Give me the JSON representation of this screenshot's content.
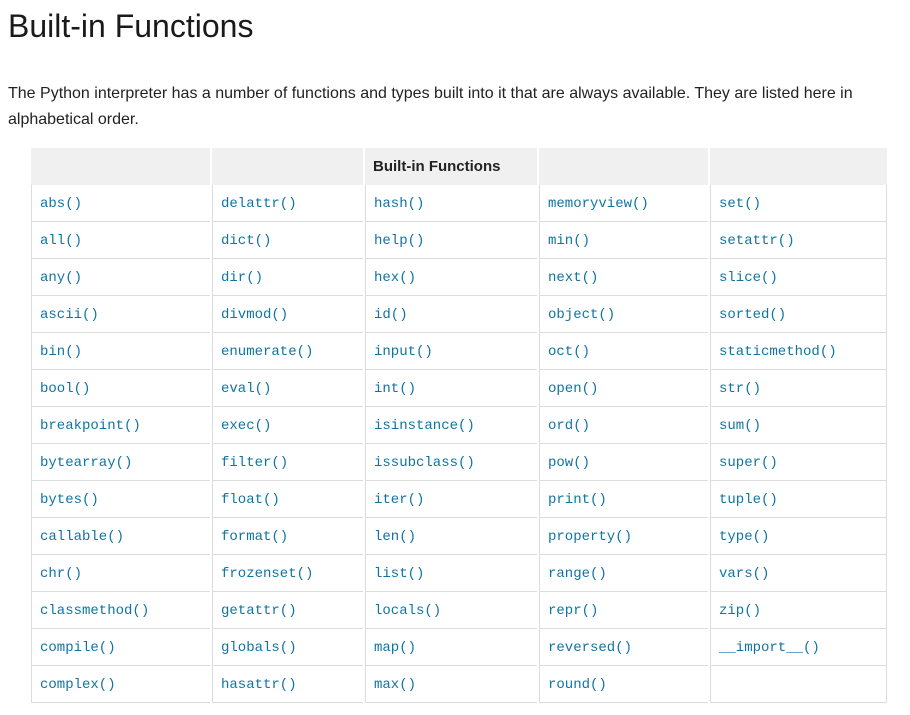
{
  "page": {
    "title": "Built-in Functions",
    "intro": "The Python interpreter has a number of functions and types built into it that are always available. They are listed here in alphabetical order."
  },
  "table": {
    "header_title": "Built-in Functions",
    "columns": 5,
    "rows": [
      [
        "abs()",
        "delattr()",
        "hash()",
        "memoryview()",
        "set()"
      ],
      [
        "all()",
        "dict()",
        "help()",
        "min()",
        "setattr()"
      ],
      [
        "any()",
        "dir()",
        "hex()",
        "next()",
        "slice()"
      ],
      [
        "ascii()",
        "divmod()",
        "id()",
        "object()",
        "sorted()"
      ],
      [
        "bin()",
        "enumerate()",
        "input()",
        "oct()",
        "staticmethod()"
      ],
      [
        "bool()",
        "eval()",
        "int()",
        "open()",
        "str()"
      ],
      [
        "breakpoint()",
        "exec()",
        "isinstance()",
        "ord()",
        "sum()"
      ],
      [
        "bytearray()",
        "filter()",
        "issubclass()",
        "pow()",
        "super()"
      ],
      [
        "bytes()",
        "float()",
        "iter()",
        "print()",
        "tuple()"
      ],
      [
        "callable()",
        "format()",
        "len()",
        "property()",
        "type()"
      ],
      [
        "chr()",
        "frozenset()",
        "list()",
        "range()",
        "vars()"
      ],
      [
        "classmethod()",
        "getattr()",
        "locals()",
        "repr()",
        "zip()"
      ],
      [
        "compile()",
        "globals()",
        "map()",
        "reversed()",
        "__import__()"
      ],
      [
        "complex()",
        "hasattr()",
        "max()",
        "round()",
        ""
      ]
    ]
  },
  "colors": {
    "link": "#0f74a3",
    "header_bg": "#f0f0f0",
    "border": "#dcdce0",
    "heading_text": "#1a1a1a",
    "body_text": "#222222"
  }
}
